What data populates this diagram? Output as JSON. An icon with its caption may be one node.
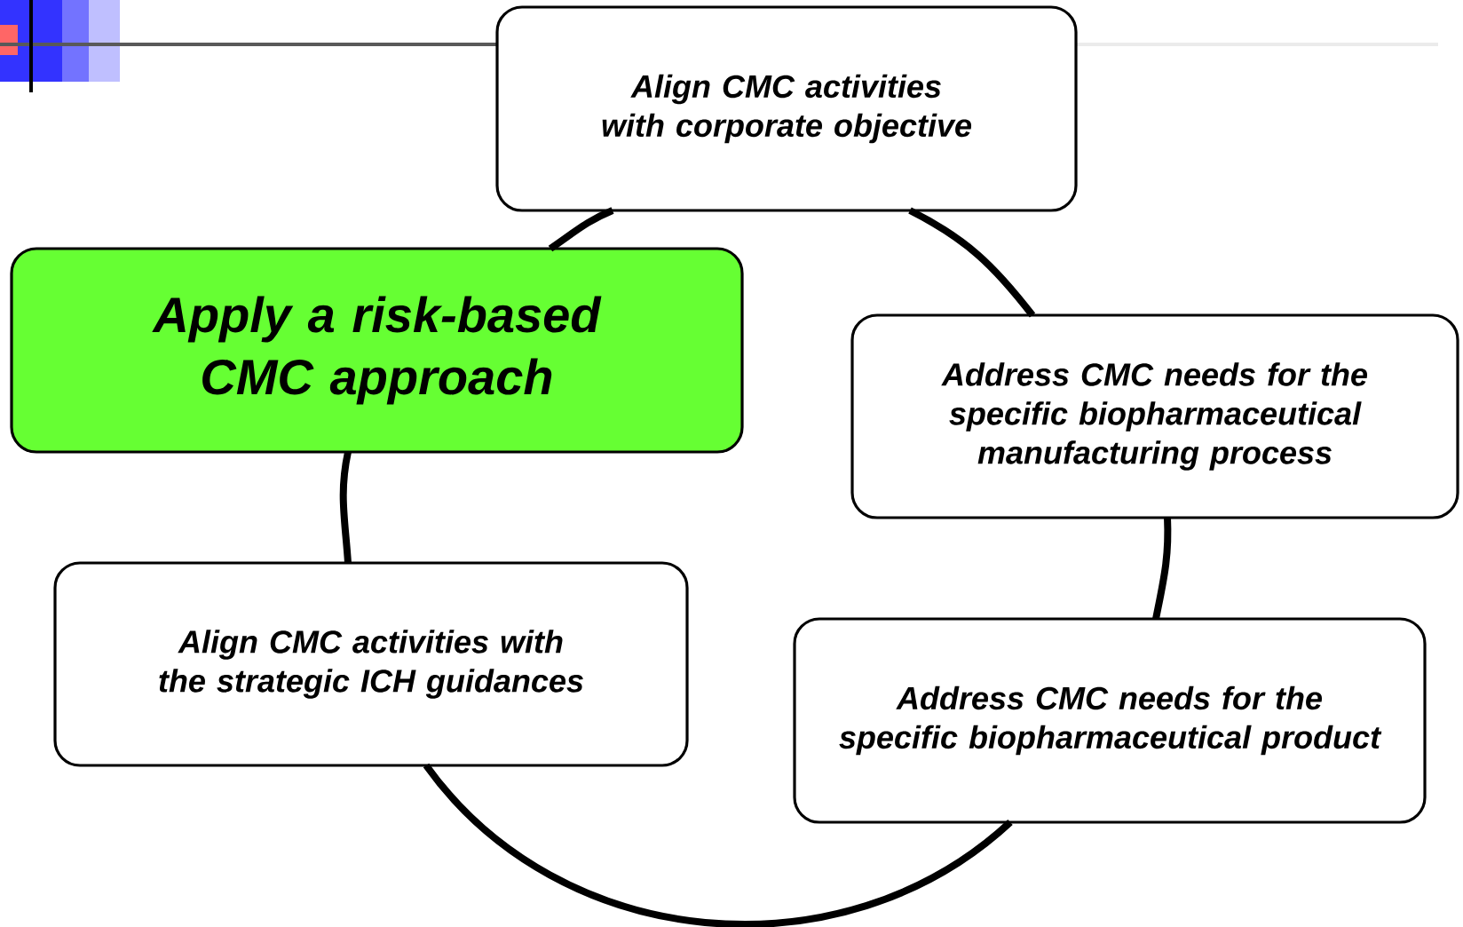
{
  "diagram": {
    "nodes": [
      {
        "text": [
          "Align CMC activities with corporate objective"
        ]
      },
      {
        "text": [
          "Apply a risk-based CMC approach"
        ]
      },
      {
        "text": [
          "Address CMC needs for the specific biopharmaceutical manufacturing process"
        ]
      },
      {
        "text": [
          "Address CMC needs for the specific biopharmaceutical product"
        ]
      },
      {
        "text": [
          "Align CMC activities with the strategic ICH guidances"
        ]
      }
    ],
    "edges": [
      {
        "from": 1,
        "to": 0,
        "arrow": "none"
      },
      {
        "from": 0,
        "to": 2,
        "arrow": "none"
      },
      {
        "from": 2,
        "to": 3,
        "arrow": "none"
      },
      {
        "from": 3,
        "to": 4,
        "arrow": "none"
      },
      {
        "from": 4,
        "to": 1,
        "arrow": "none"
      }
    ]
  }
}
